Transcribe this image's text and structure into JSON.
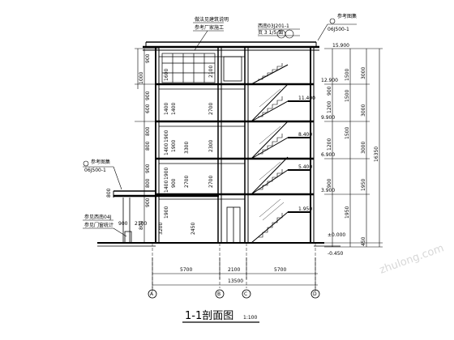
{
  "drawing": {
    "title": "1-1剖面图",
    "scale": "1:100",
    "watermark": "zhulong.com"
  },
  "notes": {
    "roof_note_1": "做法见建筑说明",
    "roof_note_2": "参考厂家施工",
    "roof_ref": "西南03J201-1",
    "roof_ref_2": "页 3 1/5 面",
    "index_top": "参考图集",
    "index_top_code": "06J500-1",
    "index_left": "参考图集",
    "index_left_code": "06J500-1",
    "canopy_note_1": "参见西南04J",
    "canopy_note_2": "参见门窗统计"
  },
  "elevations": [
    "15.900",
    "12.900",
    "11.400",
    "9.900",
    "8.400",
    "6.900",
    "5.400",
    "3.900",
    "1.950",
    "±0.000",
    "-0.450"
  ],
  "total_height": "16350",
  "axes": [
    "A",
    "B",
    "C",
    "D"
  ],
  "bays": [
    "5700",
    "2100",
    "5700"
  ],
  "overall": "13500",
  "inner_dims": [
    "1600",
    "1400",
    "1900",
    "1400",
    "1900",
    "1400",
    "1900",
    "1400",
    "1900",
    "900",
    "2450",
    "3200",
    "2700",
    "2100",
    "2300",
    "2700",
    "2700",
    "3300"
  ],
  "right_chain_dims": [
    "3000",
    "3000",
    "3000",
    "1500",
    "1500",
    "1950",
    "1950",
    "450",
    "1500",
    "900",
    "1200",
    "1200",
    "900"
  ],
  "left_floor_dims": [
    "900",
    "1000",
    "900",
    "600",
    "800",
    "800",
    "900",
    "800",
    "900",
    "800",
    "800"
  ],
  "canopy_dims": [
    "900",
    "2100"
  ]
}
